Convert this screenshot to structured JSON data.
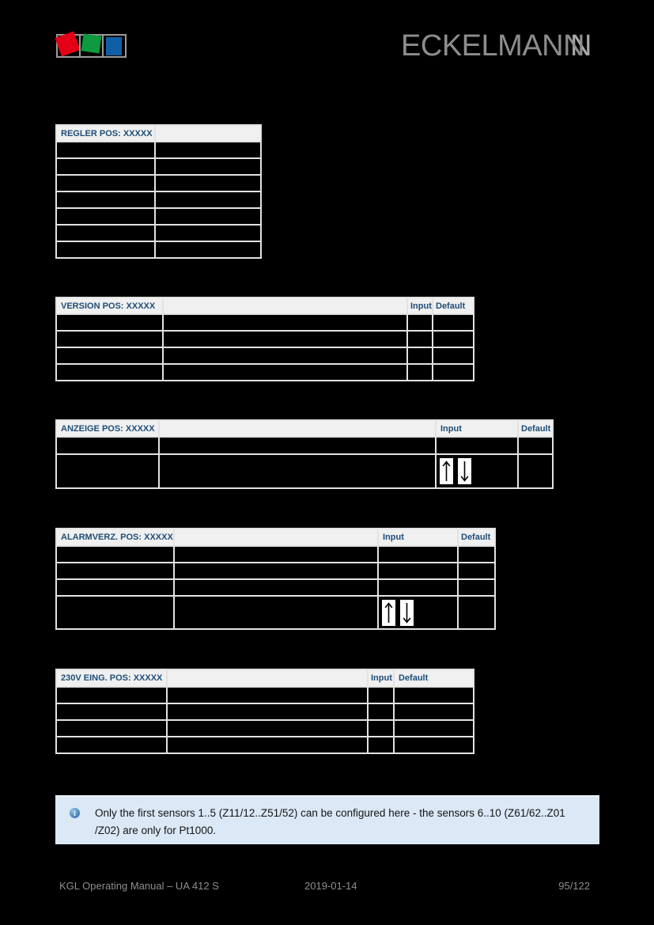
{
  "header": {
    "wordmark": "ECKELMANN",
    "wordmark_shadow": "N"
  },
  "icons": {
    "up-arrow-icon": "↑",
    "down-arrow-icon": "↓",
    "info-icon": "i"
  },
  "tables": [
    {
      "id": "regler",
      "title": "REGLER POS: XXXXX"
    },
    {
      "id": "version",
      "title": "VERSION POS: XXXXX",
      "input_label": "Input",
      "default_label": "Default"
    },
    {
      "id": "anzeige",
      "title": "ANZEIGE POS: XXXXX",
      "input_label": "Input",
      "default_label": "Default",
      "input_icons": [
        "up-arrow-icon",
        "down-arrow-icon"
      ]
    },
    {
      "id": "alarmverz",
      "title": "ALARMVERZ. POS: XXXXX",
      "input_label": "Input",
      "default_label": "Default",
      "input_icons": [
        "up-arrow-icon",
        "down-arrow-icon"
      ]
    },
    {
      "id": "230v-eing",
      "title": "230V EING. POS: XXXXX",
      "input_label": "Input",
      "default_label": "Default"
    }
  ],
  "note": {
    "icon": "info-icon",
    "line1": "Only the first sensors 1..5 (Z11/12..Z51/52) can be configured here - the sensors 6..10 (Z61/62..Z01",
    "line2": "/Z02) are only for Pt1000."
  },
  "footer": {
    "document": "KGL Operating Manual – UA 412 S",
    "date": "2019-01-14",
    "page": "95/122"
  },
  "colors": {
    "table_header_text": "#1e4d78",
    "table_header_bg": "#f0f0f0",
    "grid_line": "#e2e2e2",
    "page_bg": "#000000",
    "note_bg": "#dbe8f6",
    "logo_red": "#e30016",
    "logo_green": "#0e9a3e",
    "logo_blue": "#0f5fa6"
  }
}
